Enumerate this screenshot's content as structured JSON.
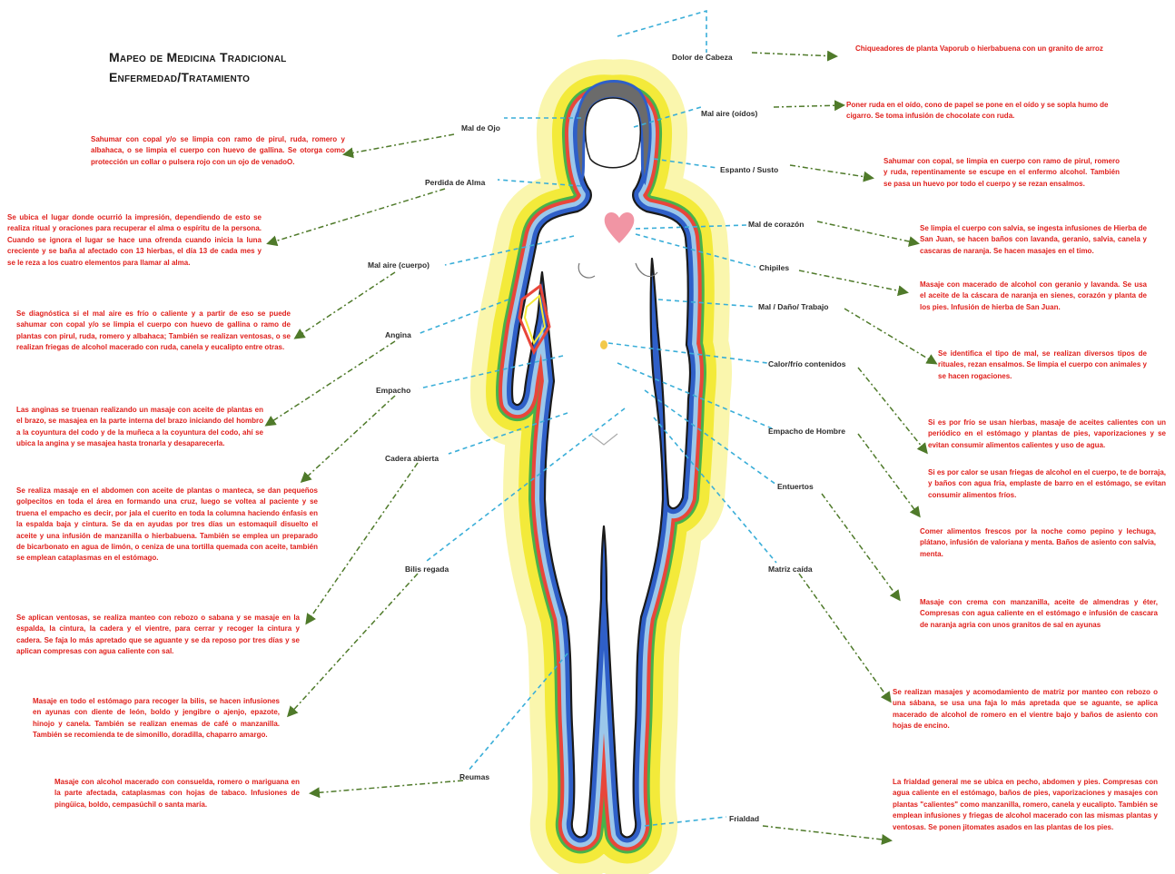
{
  "title": {
    "line1": "Mapeo de Medicina Tradicional",
    "line2": "Enfermedad/Tratamiento"
  },
  "colors": {
    "aura_yellow": "#f3ea3a",
    "aura_green": "#48b24a",
    "aura_red": "#e8463a",
    "aura_blue": "#2f5fc8",
    "hair_gray": "#6b6b6b",
    "heart_pink": "#f08a9a",
    "treatment_text": "#e0201c",
    "connector_blue": "#3aaed8",
    "arrow_green": "#4f7a2a"
  },
  "conditions": {
    "dolor_cabeza": "Dolor de Cabeza",
    "mal_aire_oidos": "Mal aire (oídos)",
    "mal_ojo": "Mal de Ojo",
    "espanto": "Espanto / Susto",
    "perdida_alma": "Perdida de Alma",
    "mal_corazon": "Mal de corazón",
    "mal_aire_cuerpo": "Mal aire (cuerpo)",
    "chipiles": "Chipiles",
    "mal_dano": "Mal / Daño/ Trabajo",
    "angina": "Angina",
    "calor_frio": "Calor/frío contenidos",
    "empacho": "Empacho",
    "empacho_hombre": "Empacho de Hombre",
    "cadera_abierta": "Cadera abierta",
    "entuertos": "Entuertos",
    "bilis_regada": "Bilis regada",
    "matriz_caida": "Matriz caída",
    "reumas": "Reumas",
    "frialdad": "Frialdad"
  },
  "treatments": {
    "dolor_cabeza": "Chiqueadores de planta Vaporub o hierbabuena con un granito de arroz",
    "mal_aire_oidos": "Poner ruda en el oído, cono de papel se pone en el oído y se sopla humo de cigarro. Se toma infusión de chocolate con ruda.",
    "mal_ojo": "Sahumar con copal y/o se limpia con ramo de pirul, ruda, romero y albahaca, o se limpia el cuerpo con huevo de gallina. Se otorga como protección un collar o pulsera rojo con un ojo de venadoO.",
    "espanto": "Sahumar con copal, se limpia en cuerpo con ramo de pirul, romero y ruda, repentinamente se escupe en el enfermo alcohol. También se pasa un huevo por todo el cuerpo y se rezan ensalmos.",
    "perdida_alma": "Se ubica el lugar donde ocurrió la impresión, dependiendo de esto se realiza ritual y oraciones para recuperar el alma o espíritu de la persona. Cuando se ignora el lugar se hace una ofrenda cuando inicia la luna creciente y se baña al afectado con 13 hierbas, el día 13 de cada mes y se le reza a los cuatro elementos para llamar al alma.",
    "mal_corazon": "Se limpia el cuerpo con salvia, se ingesta infusiones de Hierba de San Juan, se hacen baños con lavanda, geranio, salvia, canela y cascaras de naranja. Se hacen masajes en el timo.",
    "mal_aire_cuerpo": "Se diagnóstica si el mal aire es frío o caliente y a partir de eso se puede sahumar con copal y/o se limpia el cuerpo con huevo de gallina o ramo de plantas con pirul, ruda, romero y albahaca; También se realizan ventosas, o se realizan friegas de alcohol macerado con ruda, canela y eucalipto entre otras.",
    "chipiles": "Masaje con macerado de alcohol con geranio y lavanda. Se usa el aceite de la cáscara de naranja en sienes, corazón y planta de los pies. Infusión de hierba de San Juan.",
    "mal_dano": "Se identifica el tipo de mal, se realizan diversos tipos de rituales, rezan ensalmos. Se limpia el cuerpo con animales y se hacen rogaciones.",
    "angina": "Las anginas se truenan realizando un masaje con aceite de plantas en el brazo, se masajea en la parte interna del brazo iniciando del hombro a la coyuntura del codo y de la muñeca a la coyuntura del codo, ahí se ubica la angina y se masajea hasta tronarla y desaparecerla.",
    "calor_frio_1": "Si es por frío se usan hierbas, masaje de aceites calientes con un periódico en el estómago y plantas de pies, vaporizaciones y se evitan consumir alimentos calientes y uso de agua.",
    "calor_frio_2": "Si es por calor se usan friegas de alcohol en el cuerpo, te de borraja, y baños con agua fría, emplaste de barro en el estómago, se evitan consumir alimentos fríos.",
    "empacho": "Se realiza masaje en el abdomen con aceite de plantas o manteca, se dan pequeños golpecitos en toda el área en formando una cruz, luego se voltea al paciente y se truena el empacho es decir, por jala el cuerito en toda la columna haciendo énfasis en la espalda baja y cintura. Se da en ayudas por tres días un estomaquil disuelto el aceite y una infusión de manzanilla o hierbabuena. También se emplea un preparado de bicarbonato en agua de limón, o ceniza de una tortilla quemada con aceite, también se emplean cataplasmas en el estómago.",
    "empacho_hombre": "Comer alimentos frescos por la noche como pepino y lechuga, plátano, infusión de valoriana y menta. Baños de asiento con salvia, menta.",
    "cadera_abierta": "Se aplican ventosas, se realiza manteo con rebozo o sabana y se masaje en la espalda, la cintura, la cadera y el vientre, para cerrar y recoger la cintura y cadera. Se faja lo más apretado que se aguante y se da reposo por tres días y se aplican compresas con agua caliente con sal.",
    "entuertos": "Masaje con crema con manzanilla, aceite de almendras y éter, Compresas con agua caliente en el estómago e infusión de cascara de naranja agria con unos granitos de sal en ayunas",
    "bilis_regada": "Masaje en todo el estómago para recoger la bilis, se hacen infusiones en ayunas con diente de león, boldo y jengibre o ajenjo, epazote, hinojo y canela. También se realizan enemas de café o manzanilla. También se recomienda te de simonillo, doradilla, chaparro amargo.",
    "matriz_caida": "Se realizan masajes y acomodamiento de matriz por manteo con rebozo o una sábana, se usa una faja lo más apretada que se aguante, se aplica macerado de alcohol de romero en el vientre bajo y baños de asiento con hojas de encino.",
    "reumas": "Masaje con alcohol macerado con consuelda, romero o mariguana en la parte afectada, cataplasmas con hojas de tabaco. Infusiones de pingüica, boldo, cempasúchil o santa maría.",
    "frialdad": "La frialdad general me se ubica en pecho, abdomen y pies. Compresas con agua caliente en el estómago, baños de pies, vaporizaciones y masajes con plantas \"calientes\" como manzanilla, romero, canela y eucalipto. También se emplean infusiones y friegas de alcohol macerado con las mismas plantas y ventosas. Se ponen jitomates asados en las plantas de los pies."
  }
}
